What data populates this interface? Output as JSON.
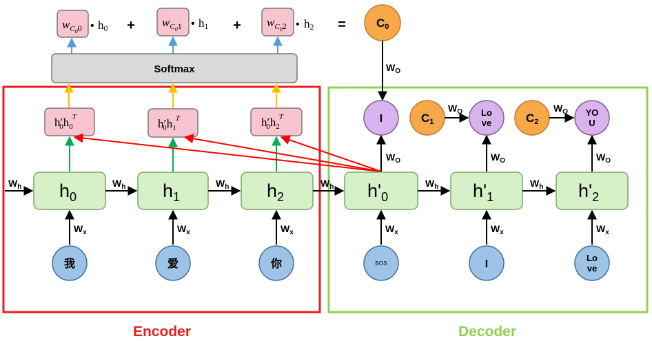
{
  "softmax": "Softmax",
  "plus": "+",
  "equals": "=",
  "dot": "•",
  "weights": [
    {
      "w": "w",
      "sub": "C",
      "subsub": "0",
      "idx": "0",
      "h": "h",
      "hsub": "0"
    },
    {
      "w": "w",
      "sub": "C",
      "subsub": "0",
      "idx": "1",
      "h": "h",
      "hsub": "1"
    },
    {
      "w": "w",
      "sub": "C",
      "subsub": "0",
      "idx": "2",
      "h": "h",
      "hsub": "2"
    }
  ],
  "context_top": {
    "c": "C",
    "sub": "0"
  },
  "score_boxes": [
    {
      "a": "h′",
      "asub": "0",
      "b": "h",
      "bsub": "0",
      "sup": "T"
    },
    {
      "a": "h′",
      "asub": "0",
      "b": "h",
      "bsub": "1",
      "sup": "T"
    },
    {
      "a": "h′",
      "asub": "0",
      "b": "h",
      "bsub": "2",
      "sup": "T"
    }
  ],
  "encoder": {
    "label": "Encoder",
    "label_color": "#e81e1e",
    "border_color": "#e81e1e",
    "states": [
      {
        "h": "h",
        "sub": "0"
      },
      {
        "h": "h",
        "sub": "1"
      },
      {
        "h": "h",
        "sub": "2"
      }
    ],
    "inputs": [
      "我",
      "爱",
      "你"
    ]
  },
  "decoder": {
    "label": "Decoder",
    "label_color": "#92d050",
    "border_color": "#92d050",
    "states": [
      {
        "h": "h'",
        "sub": "0"
      },
      {
        "h": "h'",
        "sub": "1"
      },
      {
        "h": "h'",
        "sub": "2"
      }
    ],
    "inputs": [
      "BOS",
      "I",
      "Lo ve"
    ],
    "outputs": [
      "I",
      "Lo ve",
      "YO U"
    ],
    "contexts": [
      {
        "c": "C",
        "sub": "1"
      },
      {
        "c": "C",
        "sub": "2"
      }
    ]
  },
  "weight_labels": {
    "wh": {
      "w": "W",
      "sub": "h"
    },
    "wx": {
      "w": "W",
      "sub": "x"
    },
    "wo": {
      "w": "W",
      "sub": "O"
    }
  },
  "colors": {
    "state_fill": "#d6f0c8",
    "state_stroke": "#7aa765",
    "node_blue": "#9dc3e6",
    "node_blue_stroke": "#41719c",
    "node_purple": "#d9b3f0",
    "node_purple_stroke": "#7f6084",
    "node_orange": "#f7a94a",
    "node_orange_stroke": "#c07a2a",
    "pink_fill": "#f7c4cf",
    "pink_stroke": "#7a7a7a",
    "softmax_fill": "#d9d9d9",
    "arrow_green": "#00b050",
    "arrow_yellow": "#ffc000",
    "arrow_blue": "#5b9bd5",
    "arrow_red": "#ff0000"
  }
}
